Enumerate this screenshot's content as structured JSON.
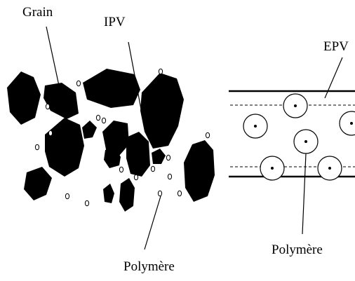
{
  "labels": {
    "grain": "Grain",
    "ipv": "IPV",
    "epv": "EPV",
    "polymer_left": "Polymère",
    "polymer_right": "Polymère"
  }
}
